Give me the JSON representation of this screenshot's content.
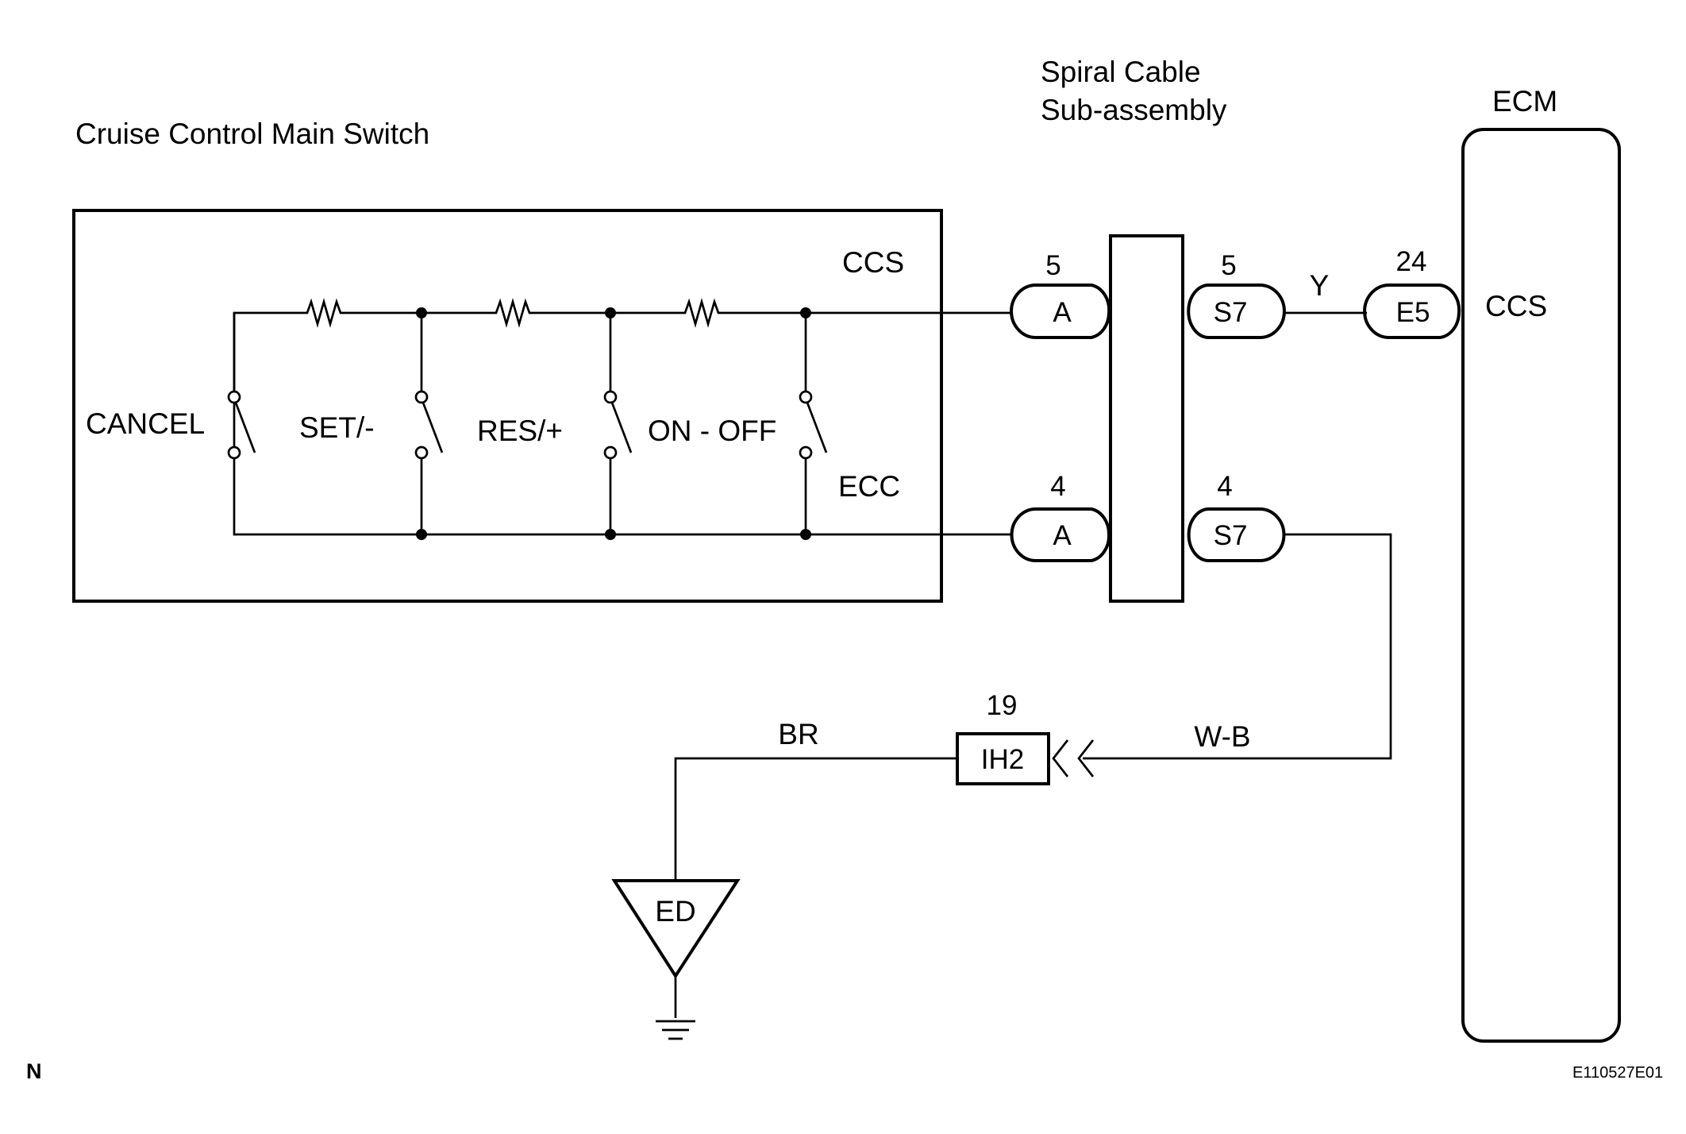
{
  "labels": {
    "main_switch": "Cruise Control Main Switch",
    "spiral_line1": "Spiral Cable",
    "spiral_line2": "Sub-assembly",
    "ecm": "ECM",
    "ccs_switch": "CCS",
    "ecc_switch": "ECC",
    "ccs_ecm": "CCS",
    "cancel": "CANCEL",
    "set": "SET/-",
    "res": "RES/+",
    "onoff": "ON - OFF",
    "ground": "ED",
    "corner_n": "N",
    "figure_code": "E110527E01"
  },
  "connectors": {
    "a_top": {
      "pin": "5",
      "name": "A"
    },
    "s7_top": {
      "pin": "5",
      "name": "S7"
    },
    "e5": {
      "pin": "24",
      "name": "E5"
    },
    "a_bottom": {
      "pin": "4",
      "name": "A"
    },
    "s7_bottom": {
      "pin": "4",
      "name": "S7"
    },
    "ih2": {
      "pin": "19",
      "name": "IH2"
    }
  },
  "wires": {
    "y": "Y",
    "wb": "W-B",
    "br": "BR"
  }
}
